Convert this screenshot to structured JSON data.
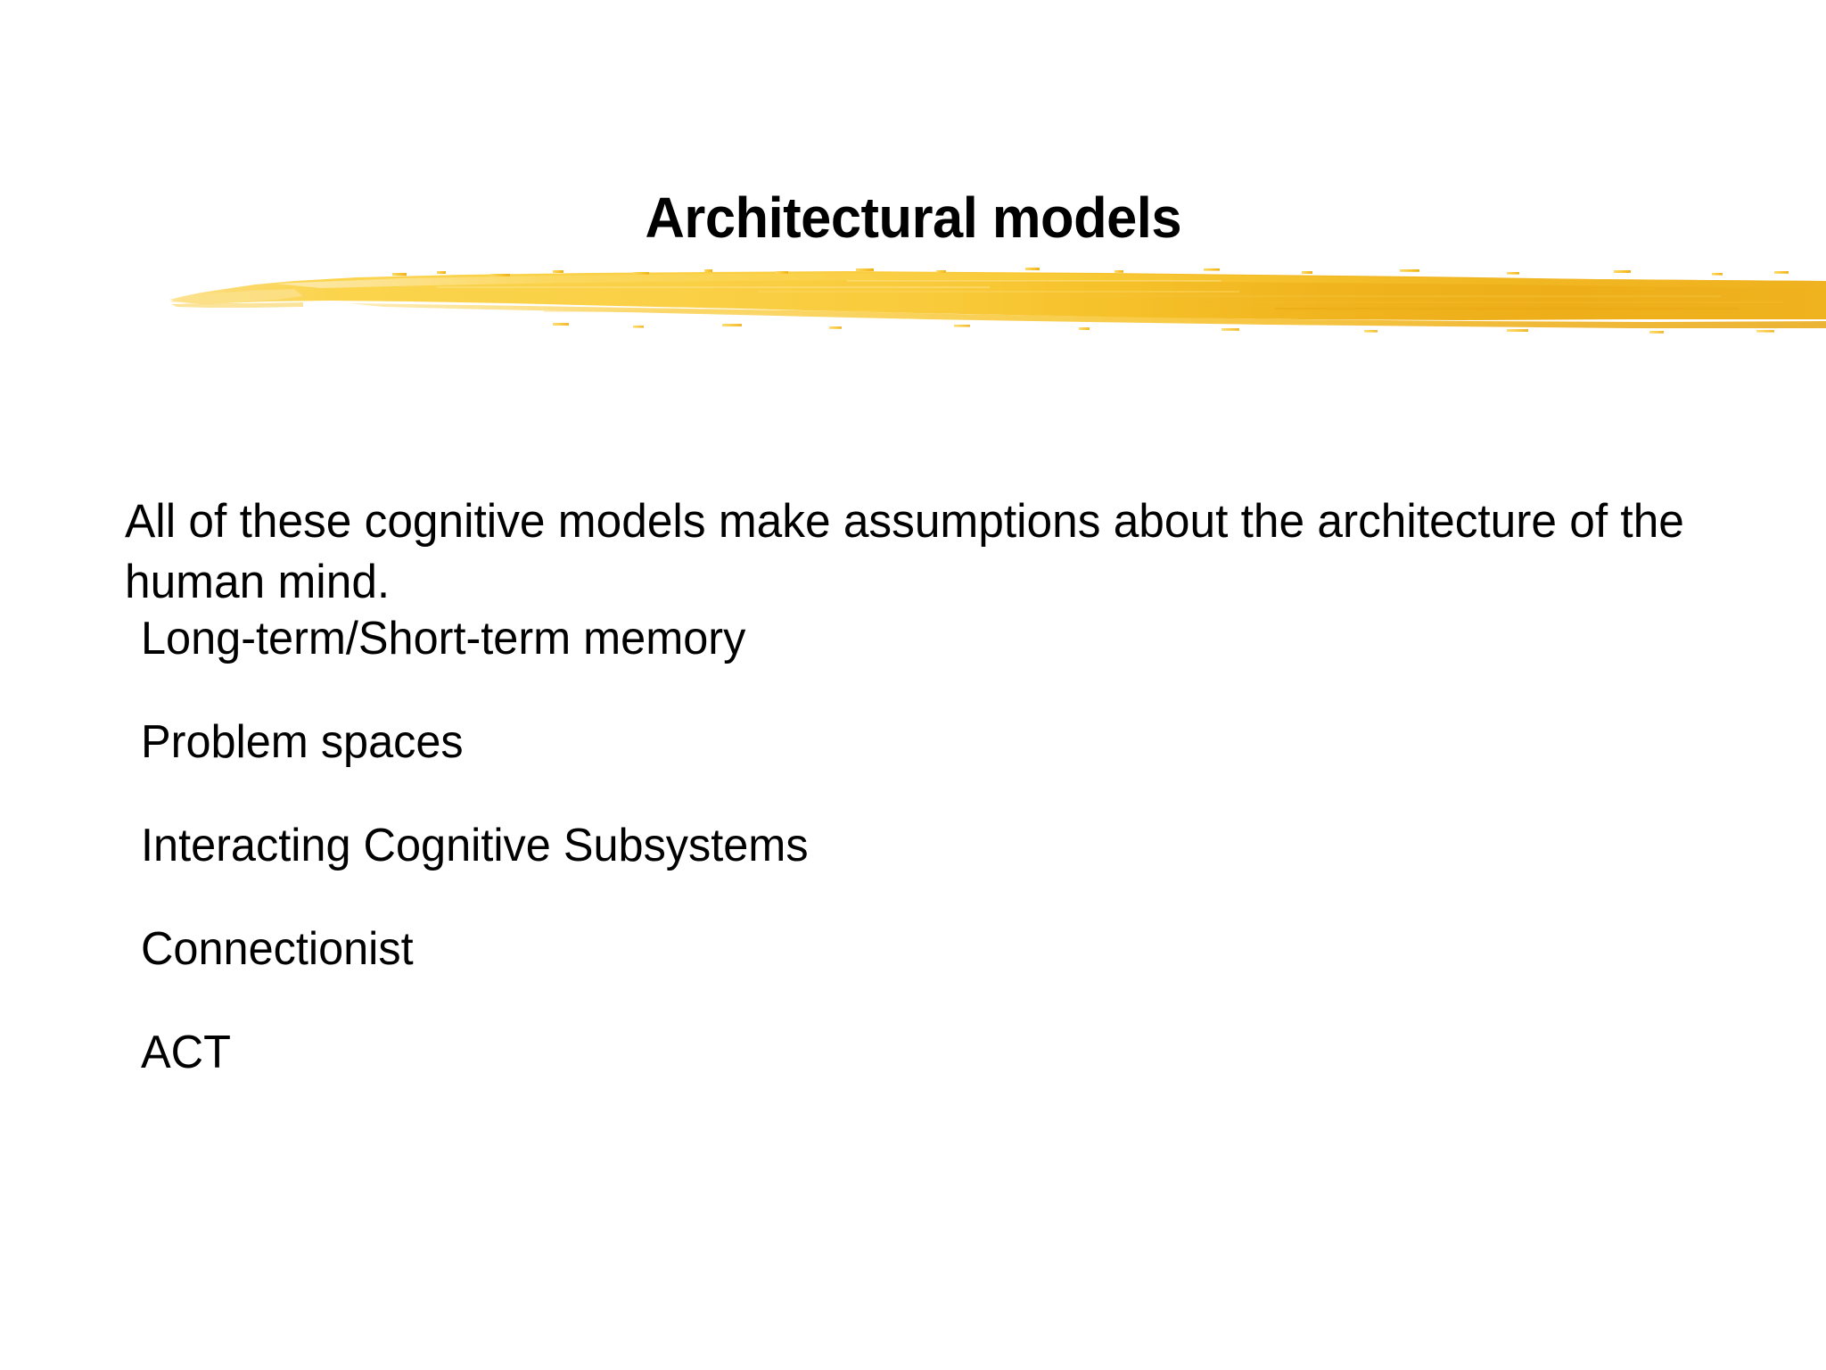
{
  "slide": {
    "title": "Architectural models",
    "background_color": "#ffffff",
    "text_color": "#000000"
  },
  "divider": {
    "icon": "brush-stroke-divider",
    "colors": {
      "light_gold": "#FBD44C",
      "mid_gold": "#F8C92F",
      "deep_gold": "#EFB01B",
      "amber": "#E9A915",
      "pale_gold": "#FDE59A"
    }
  },
  "body": {
    "intro_paragraph": "All of these cognitive models make assumptions about the architecture of the human mind.",
    "items": [
      {
        "label": "Long-term/Short-term memory"
      },
      {
        "label": "Problem spaces"
      },
      {
        "label": "Interacting Cognitive Subsystems"
      },
      {
        "label": "Connectionist"
      },
      {
        "label": "ACT"
      }
    ]
  }
}
